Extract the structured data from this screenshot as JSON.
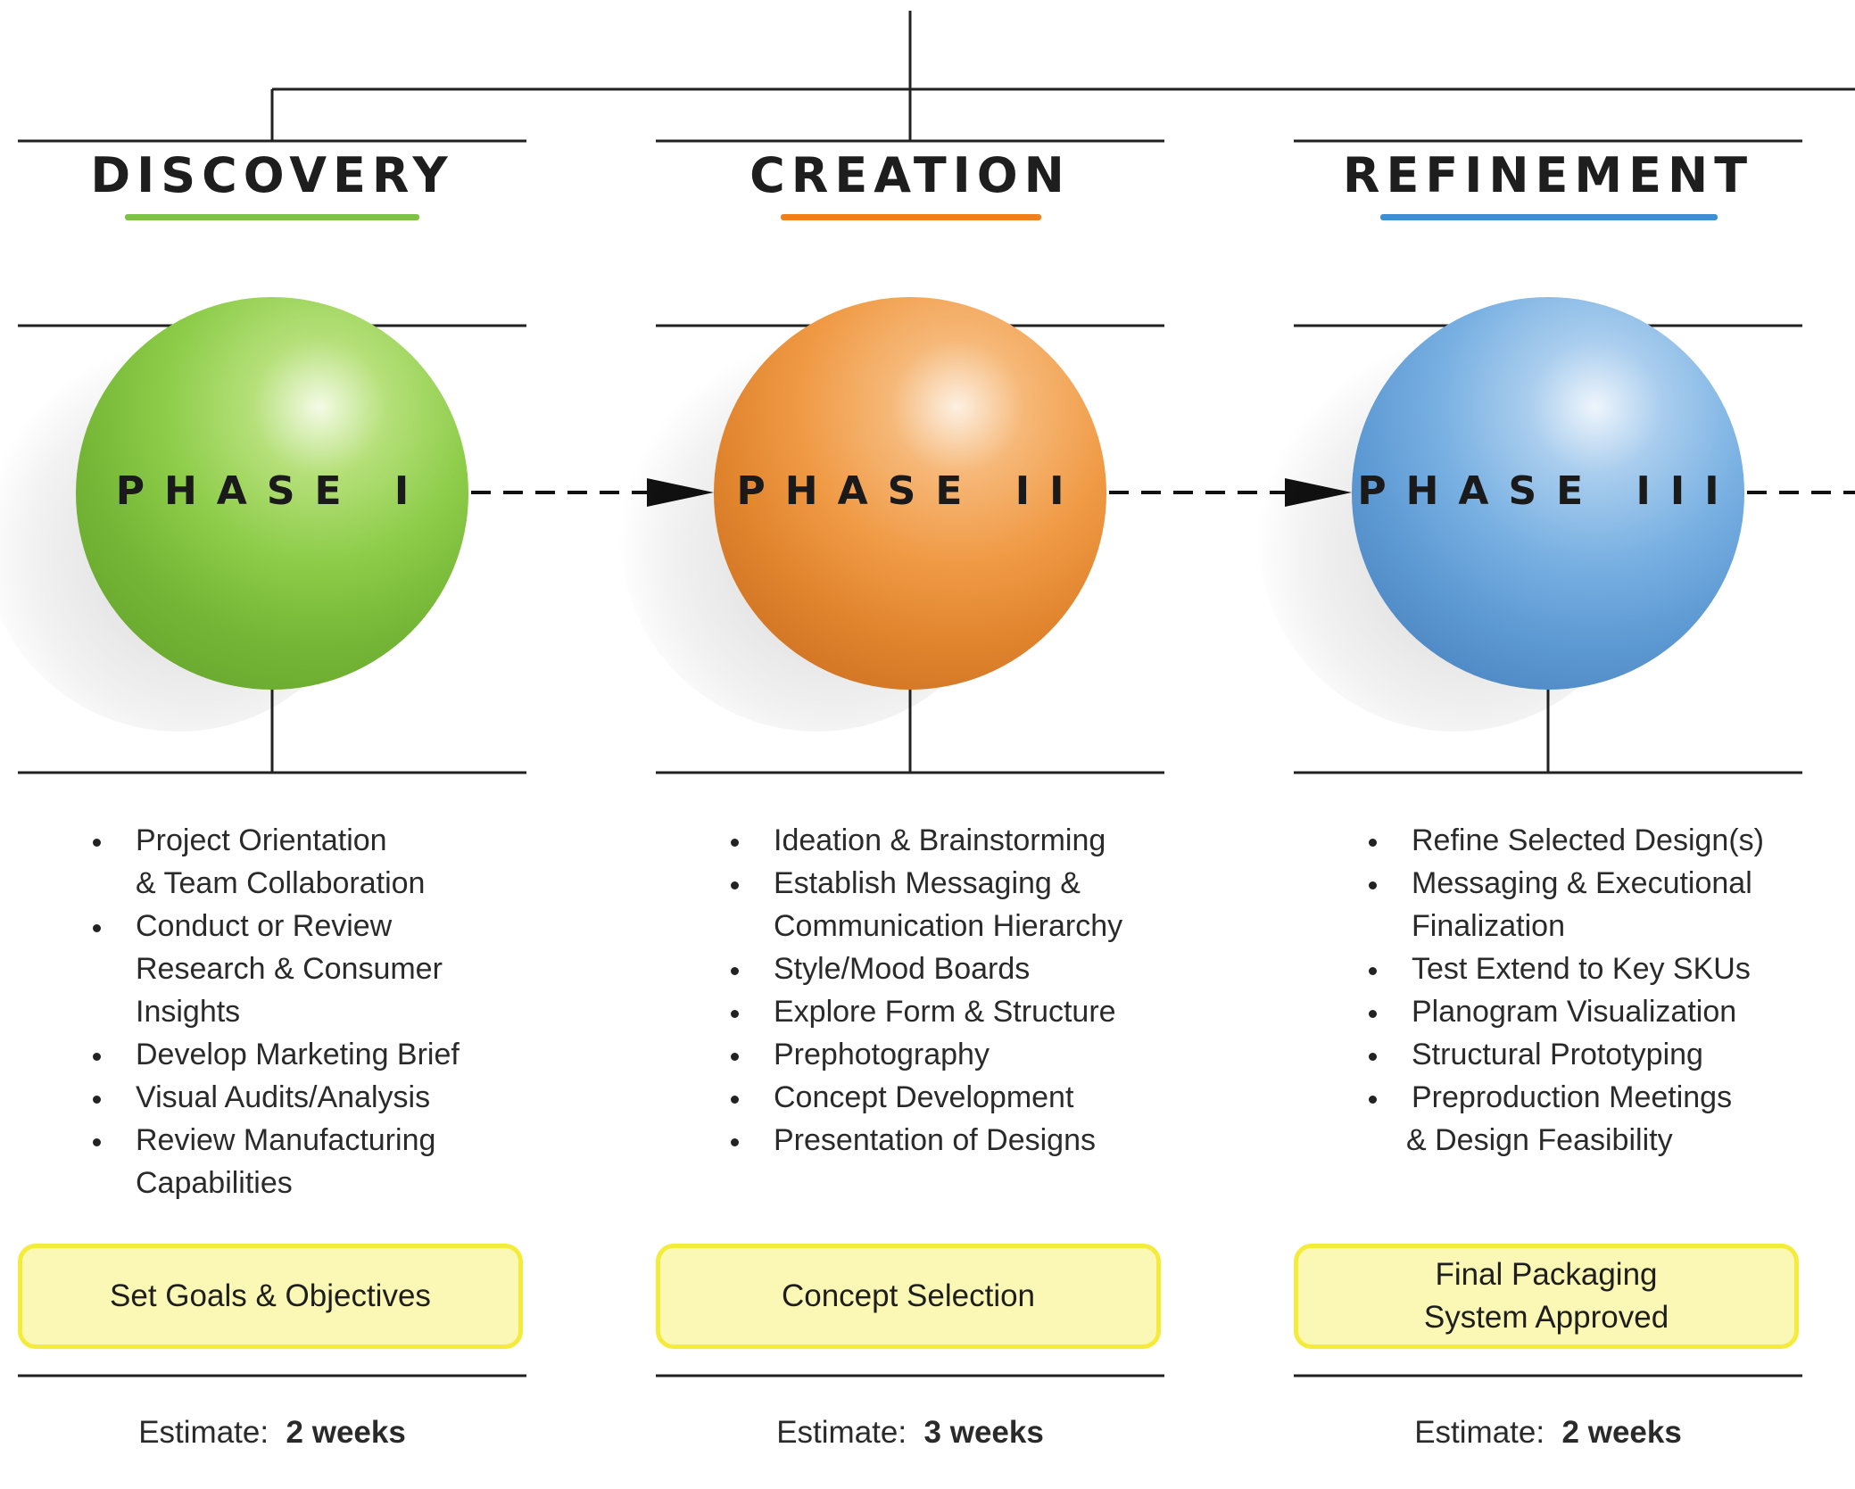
{
  "phases": [
    {
      "column_title": "DISCOVERY",
      "accent_color": "#7dc242",
      "phase_label": "PHASE I",
      "sphere_colors": {
        "light": "#e6f7c4",
        "mid": "#96d04a",
        "dark": "#5a9a24"
      },
      "bullets": [
        {
          "text": "Project Orientation",
          "continuation": "& Team Collaboration"
        },
        {
          "text": "Conduct or Review",
          "continuation": "Research & Consumer Insights"
        },
        {
          "text": "Develop Marketing Brief",
          "continuation": ""
        },
        {
          "text": "Visual Audits/Analysis",
          "continuation": ""
        },
        {
          "text": "Review Manufacturing",
          "continuation": "Capabilities"
        }
      ],
      "milestone": "Set Goals & Objectives",
      "estimate_label": "Estimate:",
      "estimate_value": "2 weeks"
    },
    {
      "column_title": "CREATION",
      "accent_color": "#f07f1b",
      "phase_label": "PHASE II",
      "sphere_colors": {
        "light": "#fde2c2",
        "mid": "#ef9a42",
        "dark": "#b8601a"
      },
      "bullets": [
        {
          "text": "Ideation & Brainstorming",
          "continuation": ""
        },
        {
          "text": "Establish Messaging &",
          "continuation": "Communication Hierarchy"
        },
        {
          "text": "Style/Mood Boards",
          "continuation": ""
        },
        {
          "text": "Explore Form & Structure",
          "continuation": ""
        },
        {
          "text": "Prephotography",
          "continuation": ""
        },
        {
          "text": "Concept Development",
          "continuation": ""
        },
        {
          "text": "Presentation of Designs",
          "continuation": ""
        }
      ],
      "milestone": "Concept Selection",
      "estimate_label": "Estimate:",
      "estimate_value": "3 weeks"
    },
    {
      "column_title": "REFINEMENT",
      "accent_color": "#3a8fd6",
      "phase_label": "PHASE III",
      "sphere_colors": {
        "light": "#dcebf8",
        "mid": "#6aa6dc",
        "dark": "#3a74b4"
      },
      "bullets": [
        {
          "text": "Refine Selected Design(s)",
          "continuation": ""
        },
        {
          "text": "Messaging & Executional",
          "continuation": "Finalization"
        },
        {
          "text": "Test Extend to Key SKUs",
          "continuation": ""
        },
        {
          "text": "Planogram Visualization",
          "continuation": ""
        },
        {
          "text": "Structural Prototyping",
          "continuation": ""
        },
        {
          "text": "Preproduction Meetings",
          "continuation": "& Design Feasibility"
        }
      ],
      "milestone": "Final Packaging System Approved",
      "estimate_label": "Estimate:",
      "estimate_value": "2 weeks"
    }
  ]
}
